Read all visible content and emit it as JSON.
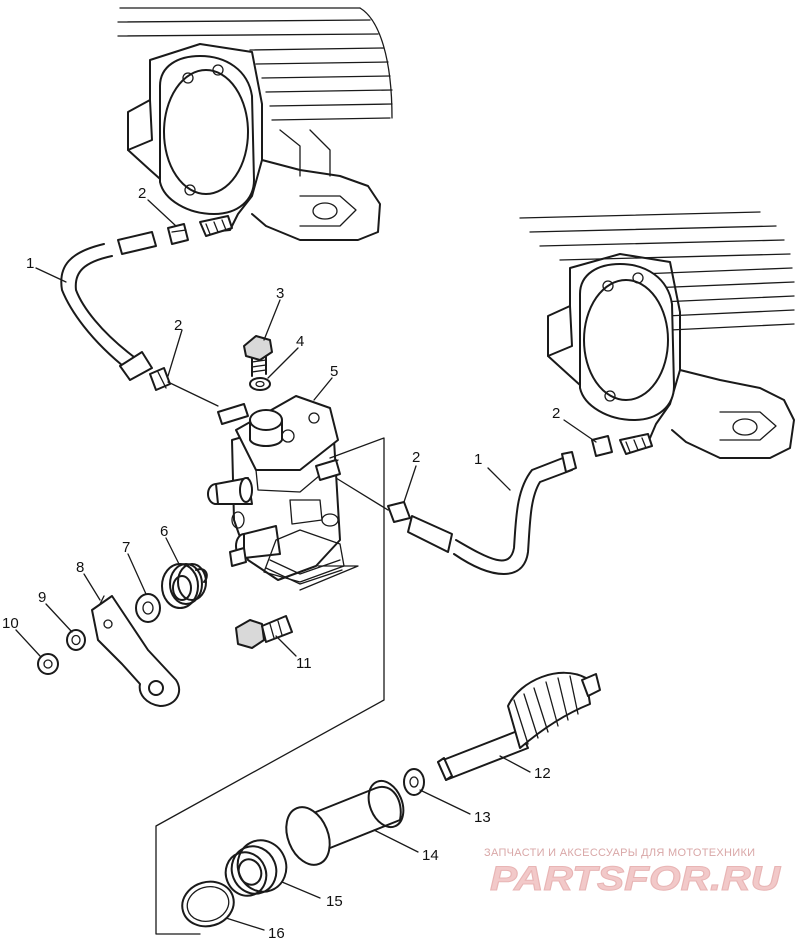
{
  "callouts": [
    {
      "id": "c1a",
      "text": "1"
    },
    {
      "id": "c1b",
      "text": "1"
    },
    {
      "id": "c2a",
      "text": "2"
    },
    {
      "id": "c2b",
      "text": "2"
    },
    {
      "id": "c2c",
      "text": "2"
    },
    {
      "id": "c2d",
      "text": "2"
    },
    {
      "id": "c3",
      "text": "3"
    },
    {
      "id": "c4",
      "text": "4"
    },
    {
      "id": "c5",
      "text": "5"
    },
    {
      "id": "c6",
      "text": "6"
    },
    {
      "id": "c7",
      "text": "7"
    },
    {
      "id": "c8",
      "text": "8"
    },
    {
      "id": "c9",
      "text": "9"
    },
    {
      "id": "c10",
      "text": "10"
    },
    {
      "id": "c11",
      "text": "11"
    },
    {
      "id": "c12",
      "text": "12"
    },
    {
      "id": "c13",
      "text": "13"
    },
    {
      "id": "c14",
      "text": "14"
    },
    {
      "id": "c15",
      "text": "15"
    },
    {
      "id": "c16",
      "text": "16"
    }
  ],
  "watermark": {
    "tagline": "ЗАПЧАСТИ И АКСЕССУАРЫ ДЛЯ МОТОТЕХНИКИ",
    "logo": "PARTSFOR.RU",
    "color": "#e8b5b5"
  }
}
